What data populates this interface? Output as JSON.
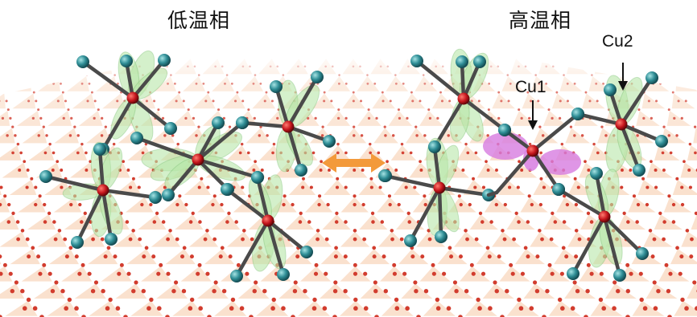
{
  "panels": {
    "left_title": "低温相",
    "right_title": "高温相"
  },
  "labels": {
    "cu1": "Cu1",
    "cu2": "Cu2"
  },
  "colors": {
    "lattice_fill": "#f6c9a6",
    "lattice_node": "#d23c2e",
    "orbital_green": "#b8e6a8",
    "orbital_magenta": "#d77ce0",
    "copper_atom": "#c4151c",
    "ligand_atom": "#2f8e96",
    "bond": "#4a4a4a",
    "arrow": "#f39a3b"
  }
}
